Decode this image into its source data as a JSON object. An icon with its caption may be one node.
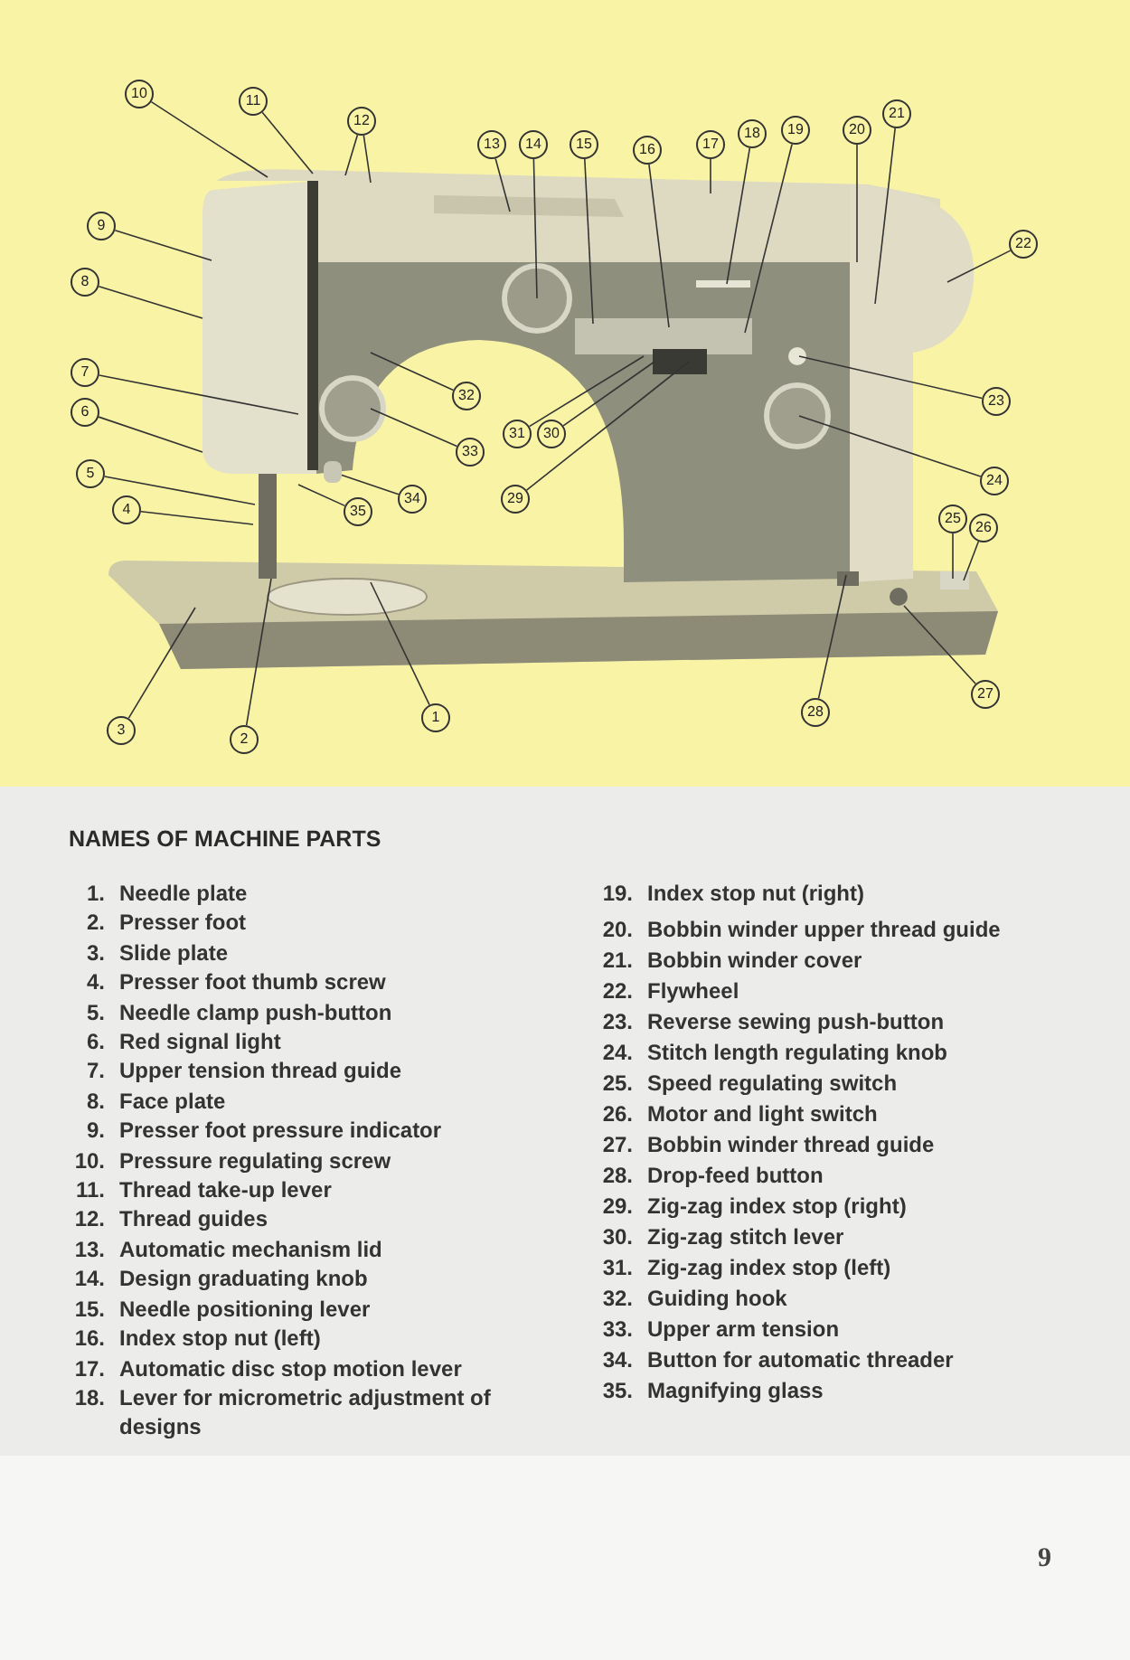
{
  "diagram": {
    "title": "NAMES OF MACHINE PARTS",
    "nodes": [
      {
        "text": [
          "1"
        ]
      },
      {
        "text": [
          "2"
        ]
      },
      {
        "text": [
          "3"
        ]
      },
      {
        "text": [
          "4"
        ]
      },
      {
        "text": [
          "5"
        ]
      },
      {
        "text": [
          "6"
        ]
      },
      {
        "text": [
          "7"
        ]
      },
      {
        "text": [
          "8"
        ]
      },
      {
        "text": [
          "9"
        ]
      },
      {
        "text": [
          "10"
        ]
      },
      {
        "text": [
          "11"
        ]
      },
      {
        "text": [
          "12"
        ]
      },
      {
        "text": [
          "13"
        ]
      },
      {
        "text": [
          "14"
        ]
      },
      {
        "text": [
          "15"
        ]
      },
      {
        "text": [
          "16"
        ]
      },
      {
        "text": [
          "17"
        ]
      },
      {
        "text": [
          "18"
        ]
      },
      {
        "text": [
          "19"
        ]
      },
      {
        "text": [
          "20"
        ]
      },
      {
        "text": [
          "21"
        ]
      },
      {
        "text": [
          "22"
        ]
      },
      {
        "text": [
          "23"
        ]
      },
      {
        "text": [
          "24"
        ]
      },
      {
        "text": [
          "25"
        ]
      },
      {
        "text": [
          "26"
        ]
      },
      {
        "text": [
          "27"
        ]
      },
      {
        "text": [
          "28"
        ]
      },
      {
        "text": [
          "29"
        ]
      },
      {
        "text": [
          "30"
        ]
      },
      {
        "text": [
          "31"
        ]
      },
      {
        "text": [
          "32"
        ]
      },
      {
        "text": [
          "33"
        ]
      },
      {
        "text": [
          "34"
        ]
      },
      {
        "text": [
          "35"
        ]
      },
      {
        "text": [],
        "shape": "knob"
      }
    ],
    "edges": [
      {
        "from": 0,
        "to": null,
        "arrow": "none"
      },
      {
        "from": 1,
        "to": null,
        "arrow": "none"
      },
      {
        "from": 2,
        "to": null,
        "arrow": "none"
      },
      {
        "from": 3,
        "to": null,
        "arrow": "none"
      },
      {
        "from": 4,
        "to": null,
        "arrow": "none"
      },
      {
        "from": 5,
        "to": null,
        "arrow": "none"
      },
      {
        "from": 6,
        "to": null,
        "arrow": "none"
      },
      {
        "from": 7,
        "to": null,
        "arrow": "none"
      },
      {
        "from": 8,
        "to": null,
        "arrow": "none"
      },
      {
        "from": 9,
        "to": null,
        "arrow": "none"
      },
      {
        "from": 10,
        "to": null,
        "arrow": "none"
      },
      {
        "from": 11,
        "to": null,
        "arrow": "none"
      },
      {
        "from": 11,
        "to": null,
        "arrow": "none"
      },
      {
        "from": 12,
        "to": null,
        "arrow": "none"
      },
      {
        "from": 13,
        "to": null,
        "arrow": "none"
      },
      {
        "from": 14,
        "to": null,
        "arrow": "none"
      },
      {
        "from": 15,
        "to": null,
        "arrow": "none"
      },
      {
        "from": 16,
        "to": null,
        "arrow": "none"
      },
      {
        "from": 17,
        "to": null,
        "arrow": "none"
      },
      {
        "from": 18,
        "to": null,
        "arrow": "none"
      },
      {
        "from": 19,
        "to": null,
        "arrow": "none"
      },
      {
        "from": 20,
        "to": null,
        "arrow": "none"
      },
      {
        "from": 21,
        "to": null,
        "arrow": "none"
      },
      {
        "from": 22,
        "to": null,
        "arrow": "none"
      },
      {
        "from": 23,
        "to": null,
        "arrow": "none"
      },
      {
        "from": 24,
        "to": null,
        "arrow": "none"
      },
      {
        "from": 25,
        "to": null,
        "arrow": "none"
      },
      {
        "from": 26,
        "to": null,
        "arrow": "none"
      },
      {
        "from": 27,
        "to": null,
        "arrow": "none"
      },
      {
        "from": 28,
        "to": null,
        "arrow": "none"
      },
      {
        "from": 29,
        "to": null,
        "arrow": "none"
      },
      {
        "from": 30,
        "to": null,
        "arrow": "none"
      },
      {
        "from": 31,
        "to": null,
        "arrow": "none"
      },
      {
        "from": 32,
        "to": null,
        "arrow": "none"
      },
      {
        "from": 33,
        "to": 35,
        "arrow": "none"
      },
      {
        "from": 34,
        "to": null,
        "arrow": "none"
      }
    ],
    "labels": [
      "1.",
      "Needle plate",
      "2.",
      "Presser foot",
      "3.",
      "Slide plate",
      "4.",
      "Presser foot thumb screw",
      "5.",
      "Needle clamp push-button",
      "6.",
      "Red signal light",
      "7.",
      "Upper tension thread guide",
      "8.",
      "Face plate",
      "9.",
      "Presser foot pressure indicator",
      "10.",
      "Pressure regulating screw",
      "11.",
      "Thread take-up lever",
      "12.",
      "Thread guides",
      "13.",
      "Automatic mechanism lid",
      "14.",
      "Design graduating knob",
      "15.",
      "Needle positioning lever",
      "16.",
      "Index stop nut (left)",
      "17.",
      "Automatic disc stop motion lever",
      "18.",
      "Lever for micrometric adjustment of designs",
      "19.",
      "Index stop nut (right)",
      "20.",
      "Bobbin winder upper thread guide",
      "21.",
      "Bobbin winder cover",
      "22.",
      "Flywheel",
      "23.",
      "Reverse sewing push-button",
      "24.",
      "Stitch length regulating knob",
      "25.",
      "Speed regulating switch",
      "26.",
      "Motor and light switch",
      "27.",
      "Bobbin winder thread guide",
      "28.",
      "Drop-feed button",
      "29.",
      "Zig-zag index stop (right)",
      "30.",
      "Zig-zag stitch lever",
      "31.",
      "Zig-zag index stop (left)",
      "32.",
      "Guiding hook",
      "33.",
      "Upper arm tension",
      "34.",
      "Button for automatic threader",
      "35.",
      "Magnifying glass",
      "9"
    ]
  }
}
